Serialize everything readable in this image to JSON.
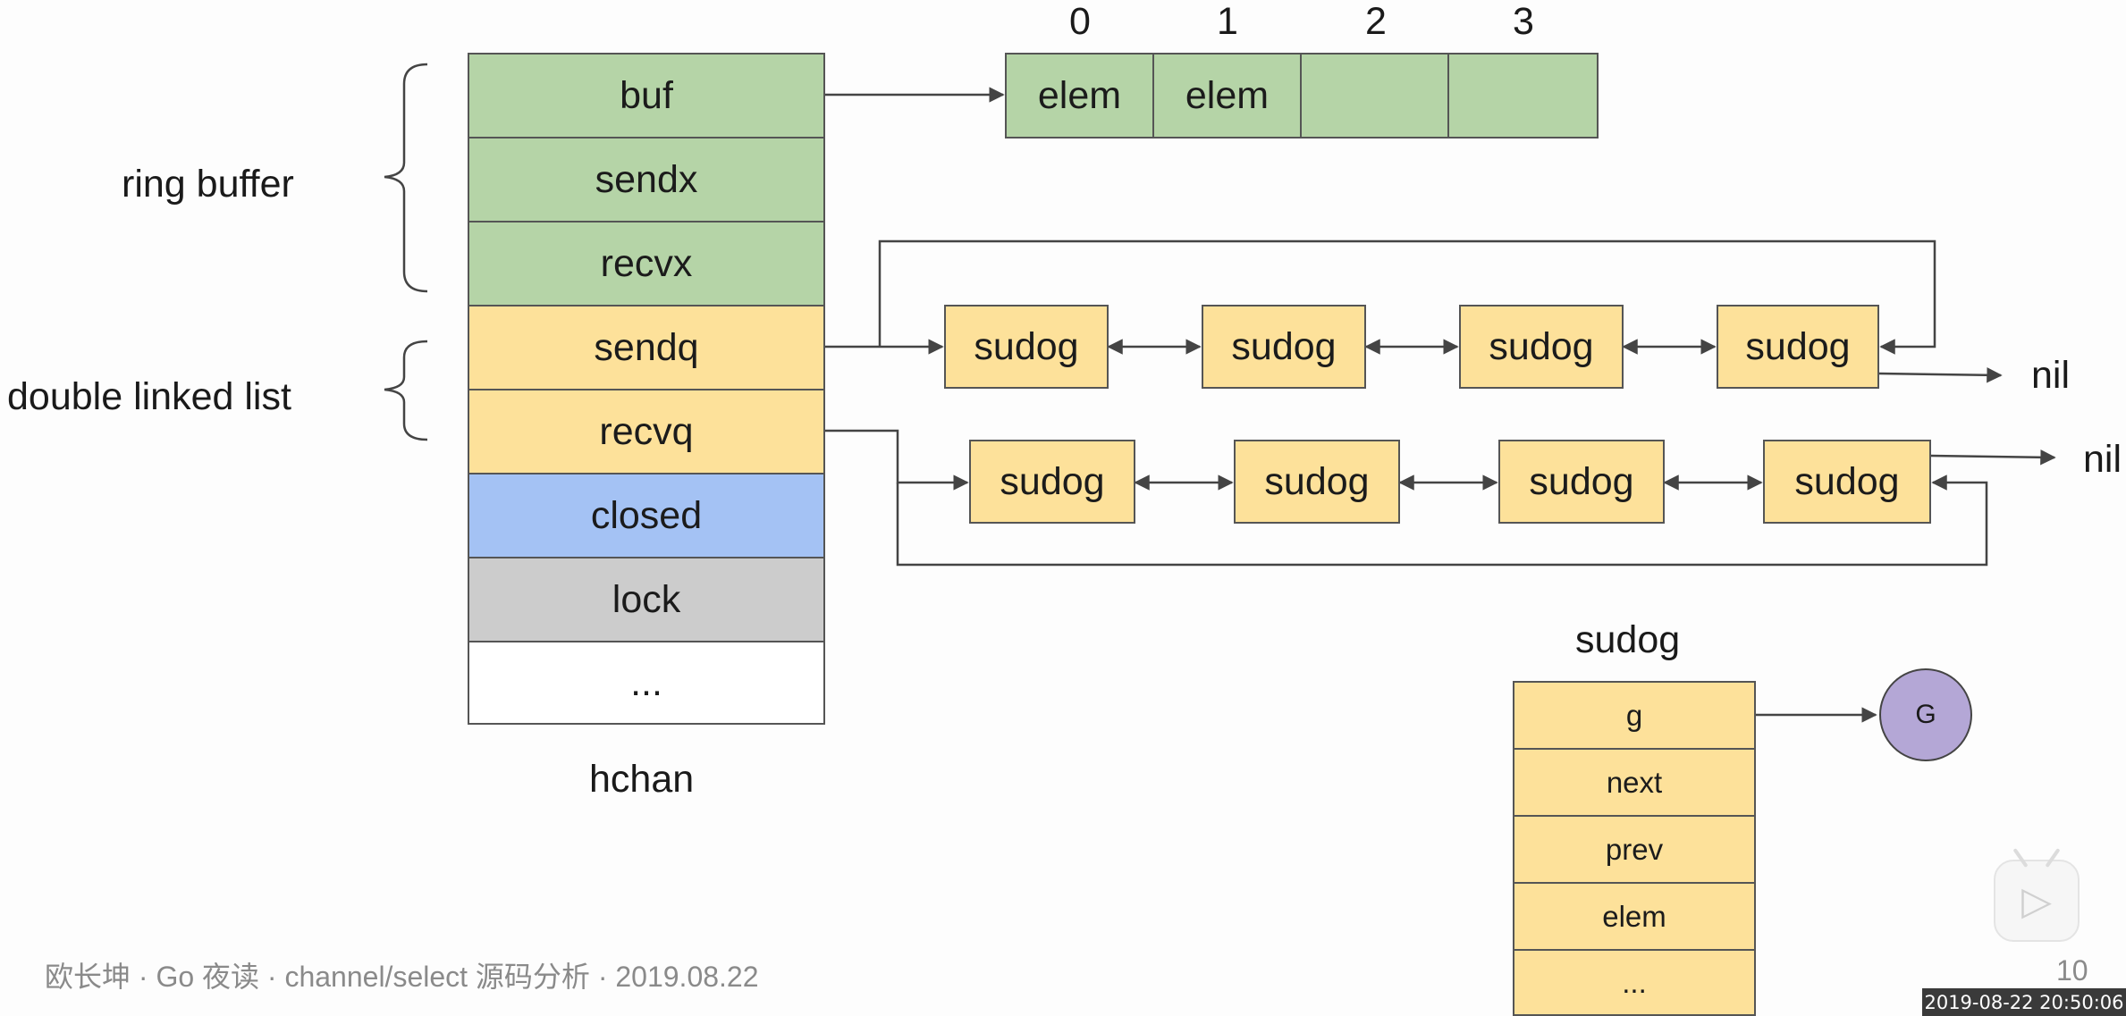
{
  "groups": {
    "ring_buffer": "ring buffer",
    "double_linked_list": "double linked list"
  },
  "hchan": {
    "caption": "hchan",
    "fields": [
      {
        "label": "buf",
        "color": "#b5d4a7"
      },
      {
        "label": "sendx",
        "color": "#b5d4a7"
      },
      {
        "label": "recvx",
        "color": "#b5d4a7"
      },
      {
        "label": "sendq",
        "color": "#fde19a"
      },
      {
        "label": "recvq",
        "color": "#fde19a"
      },
      {
        "label": "closed",
        "color": "#a4c2f4"
      },
      {
        "label": "lock",
        "color": "#cccccc"
      },
      {
        "label": "...",
        "color": "#ffffff"
      }
    ]
  },
  "buffer": {
    "indices": [
      "0",
      "1",
      "2",
      "3"
    ],
    "slots": [
      "elem",
      "elem",
      "",
      ""
    ]
  },
  "sendq_list": [
    "sudog",
    "sudog",
    "sudog",
    "sudog"
  ],
  "recvq_list": [
    "sudog",
    "sudog",
    "sudog",
    "sudog"
  ],
  "nil_label": "nil",
  "sudog_struct": {
    "title": "sudog",
    "fields": [
      "g",
      "next",
      "prev",
      "elem",
      "..."
    ],
    "goroutine": "G"
  },
  "footer": {
    "caption": "欧长坤 · Go 夜读 · channel/select 源码分析 · 2019.08.22",
    "page": "10",
    "timestamp": "2019-08-22 20:50:06"
  }
}
